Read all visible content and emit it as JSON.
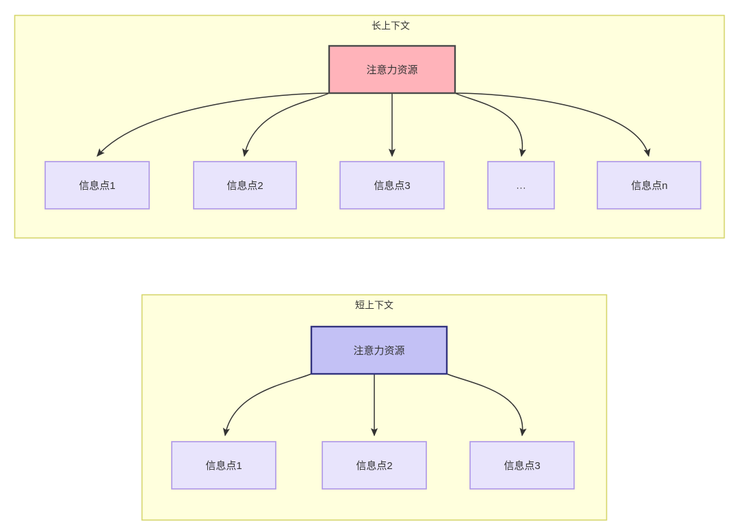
{
  "diagram": {
    "type": "hierarchy-comparison",
    "background_color": "#ffffff",
    "palette": {
      "container_fill": "#ffffdd",
      "container_stroke": "#d6d66b",
      "root_long_fill": "#ffb3ba",
      "root_long_stroke": "#4a4a4a",
      "root_short_fill": "#c3c1f5",
      "root_short_stroke": "#33337f",
      "leaf_fill": "#e8e4fc",
      "leaf_stroke": "#b09ae8",
      "edge_stroke": "#333333",
      "text_color": "#333333"
    },
    "groups": [
      {
        "id": "long-context",
        "title": "长上下文",
        "root": {
          "id": "root-long",
          "label": "注意力资源"
        },
        "leaves": [
          {
            "id": "leaf-long-1",
            "label": "信息点1"
          },
          {
            "id": "leaf-long-2",
            "label": "信息点2"
          },
          {
            "id": "leaf-long-3",
            "label": "信息点3"
          },
          {
            "id": "leaf-long-ellipsis",
            "label": "..."
          },
          {
            "id": "leaf-long-n",
            "label": "信息点n"
          }
        ],
        "edge_count": 5
      },
      {
        "id": "short-context",
        "title": "短上下文",
        "root": {
          "id": "root-short",
          "label": "注意力资源"
        },
        "leaves": [
          {
            "id": "leaf-short-1",
            "label": "信息点1"
          },
          {
            "id": "leaf-short-2",
            "label": "信息点2"
          },
          {
            "id": "leaf-short-3",
            "label": "信息点3"
          }
        ],
        "edge_count": 3
      }
    ]
  }
}
